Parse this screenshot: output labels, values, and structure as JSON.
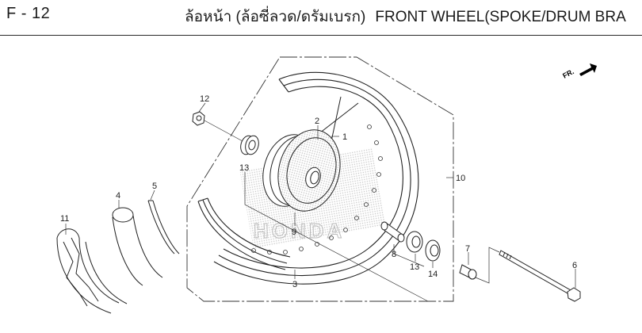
{
  "header": {
    "code": "F - 12",
    "title_th": "ล้อหน้า (ล้อซี่ลวด/ดรัมเบรก)",
    "title_en": "FRONT WHEEL(SPOKE/DRUM BRA"
  },
  "direction_indicator": {
    "label": "FR.",
    "icon": "arrow-up-right-icon"
  },
  "watermark": "HONDA",
  "colors": {
    "line": "#222222",
    "rule": "#2a2a2a",
    "stipple": "#c8c8c8",
    "background": "#ffffff"
  },
  "callouts": [
    {
      "id": "1",
      "label": "1",
      "part": "spoke"
    },
    {
      "id": "2",
      "label": "2",
      "part": "spoke"
    },
    {
      "id": "3",
      "label": "3",
      "part": "rim"
    },
    {
      "id": "4",
      "label": "4",
      "part": "tube"
    },
    {
      "id": "5",
      "label": "5",
      "part": "rim band"
    },
    {
      "id": "6",
      "label": "6",
      "part": "axle bolt"
    },
    {
      "id": "7",
      "label": "7",
      "part": "collar"
    },
    {
      "id": "8",
      "label": "8",
      "part": "distance collar"
    },
    {
      "id": "9",
      "label": "9",
      "part": "hub"
    },
    {
      "id": "10",
      "label": "10",
      "part": "wheel assembly"
    },
    {
      "id": "11",
      "label": "11",
      "part": "tire"
    },
    {
      "id": "12",
      "label": "12",
      "part": "nut"
    },
    {
      "id": "13a",
      "label": "13",
      "part": "bearing (left)"
    },
    {
      "id": "13b",
      "label": "13",
      "part": "bearing (right)"
    },
    {
      "id": "14",
      "label": "14",
      "part": "dust seal"
    }
  ]
}
